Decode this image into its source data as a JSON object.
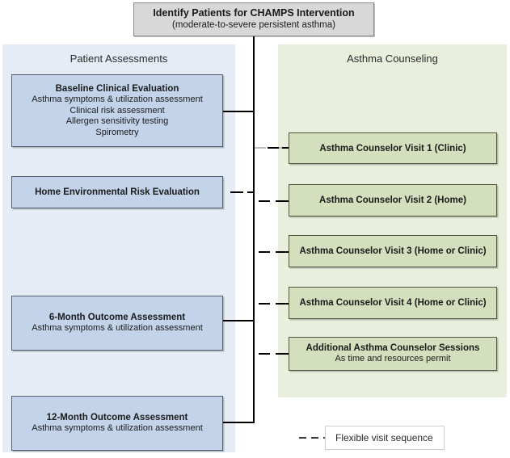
{
  "header": {
    "title": "Identify Patients for CHAMPS Intervention",
    "subtitle": "(moderate-to-severe persistent asthma)"
  },
  "panels": {
    "left": {
      "title": "Patient Assessments"
    },
    "right": {
      "title": "Asthma Counseling"
    }
  },
  "assessments": [
    {
      "title": "Baseline Clinical Evaluation",
      "lines": [
        "Asthma symptoms & utilization assessment",
        "Clinical risk assessment",
        "Allergen sensitivity testing",
        "Spirometry"
      ]
    },
    {
      "title": "Home Environmental Risk Evaluation",
      "lines": []
    },
    {
      "title": "6-Month Outcome Assessment",
      "lines": [
        "Asthma symptoms & utilization assessment"
      ]
    },
    {
      "title": "12-Month Outcome Assessment",
      "lines": [
        "Asthma symptoms & utilization assessment"
      ]
    }
  ],
  "counseling": [
    {
      "title": "Asthma Counselor Visit 1 (Clinic)",
      "lines": []
    },
    {
      "title": "Asthma Counselor Visit 2 (Home)",
      "lines": []
    },
    {
      "title": "Asthma Counselor Visit 3 (Home or Clinic)",
      "lines": []
    },
    {
      "title": "Asthma Counselor Visit 4 (Home or Clinic)",
      "lines": []
    },
    {
      "title": "Additional Asthma Counselor Sessions",
      "lines": [
        "As time and resources permit"
      ]
    }
  ],
  "legend": {
    "label": "Flexible visit sequence"
  },
  "colors": {
    "panel_left": "#e6ecf6",
    "panel_right": "#e8efdc",
    "node_blue": "#c3d4ea",
    "node_green": "#d3dfbd",
    "header_gray": "#d8d8d8",
    "line": "#000000"
  }
}
